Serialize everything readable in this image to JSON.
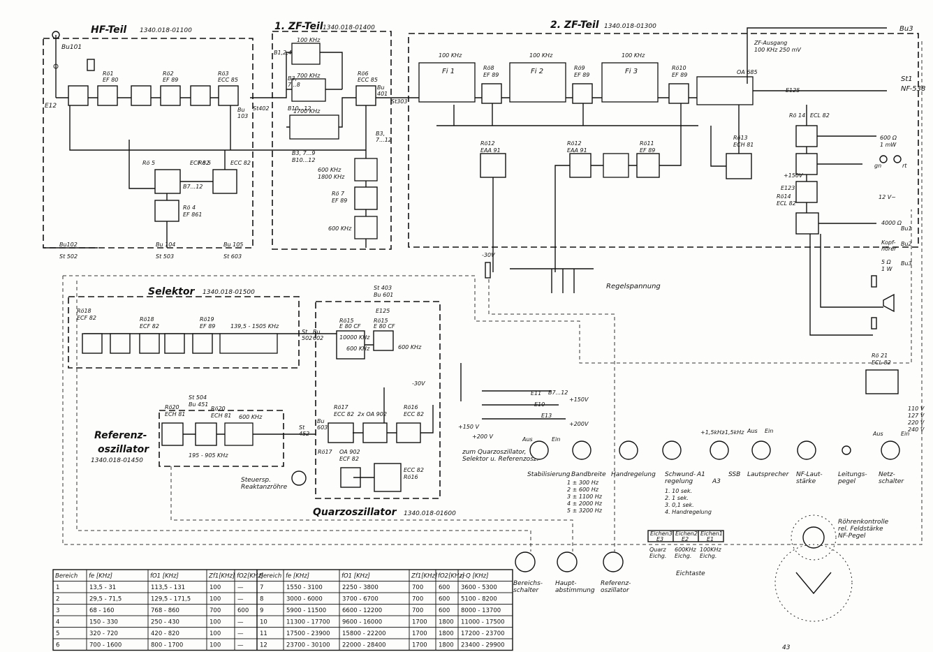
{
  "sections": {
    "hf_title": "HF-Teil",
    "hf_code": "1340.018-01100",
    "zf1_title": "1. ZF-Teil",
    "zf1_code": "1340.018-01400",
    "zf2_title": "2. ZF-Teil",
    "zf2_code": "1340.018-01300",
    "selektor_title": "Selektor",
    "selektor_code": "1340.018-01500",
    "ref_title_1": "Referenz-",
    "ref_title_2": "oszillator",
    "ref_code": "1340.018-01450",
    "quarz_title": "Quarzoszillator",
    "quarz_code": "1340.018-01600"
  },
  "tubes": {
    "ro1": "Rö1",
    "ro1_type": "EF 80",
    "ro2": "Rö2",
    "ro2_type": "EF 89",
    "ro3": "Rö3",
    "ro3_type": "ECC 85",
    "ro4": "Rö 4",
    "ro4_type": "EF 861",
    "ro5a": "Rö 5",
    "ro5b": "Rö 5",
    "ro5_type": "ECF 82",
    "ro5_type_b": "ECC 82",
    "ro6": "Rö6",
    "ro6_type": "ECC 85",
    "ro7": "Rö 7",
    "ro7_type": "EF 89",
    "ro8": "Rö8",
    "ro8_type": "EF 89",
    "ro9": "Rö9",
    "ro9_type": "EF 89",
    "ro10": "Rö10",
    "ro10_type": "EF 89",
    "ro11": "Rö11",
    "ro11_type": "EF 89",
    "ro12a": "Rö12",
    "ro12a_type": "EAA 91",
    "ro12b": "Rö12",
    "ro12b_type": "EAA 91",
    "ro13": "Rö13",
    "ro13_type": "ECH 81",
    "ro14": "Rö 14",
    "ro14_type": "ECL 82",
    "ro14b": "Rö14",
    "ro14b_type": "ECL 82",
    "ro15a": "Rö15",
    "ro15a_type": "E 80 CF",
    "ro15b": "Rö15",
    "ro15b_type": "E 80 CF",
    "ro16": "Rö16",
    "ro16_type": "ECC 82",
    "ro16b": "Rö16",
    "ro17": "Rö17",
    "ro17_type": "ECC 82",
    "ro17b": "Rö17",
    "ro18": "Rö18",
    "ro18_type": "ECF 82",
    "ro18b": "Rö18",
    "ro18b_type": "ECF 82",
    "ro19": "Rö19",
    "ro19_type": "EF 89",
    "ro20a": "Rö20",
    "ro20a_type": "ECH 81",
    "ro20b": "Rö20",
    "ro20b_type": "ECH 81",
    "ro21": "Rö 21",
    "ro21_type": "ECL 82",
    "ecf82": "ECF 82",
    "oa685": "OA 685",
    "oa902": "OA 902",
    "oa902b": "2x OA 902"
  },
  "freqs": {
    "f100a": "100 KHz",
    "f700": "700 KHz",
    "f1700": "1700 KHz",
    "f100b": "100 KHz",
    "f100c": "100 KHz",
    "f100d": "100 KHz",
    "f600_1800": "600 KHz",
    "f600_1800b": "1800 KHz",
    "f600c": "600 KHz",
    "sel_range": "139,5 - 1505 KHz",
    "q600": "600 KHz",
    "ref_600": "600 KHz",
    "ref_range": "195 - 905 KHz",
    "f10000": "10000 KHz",
    "f600q": "600 KHz",
    "zf_ausgang": "ZF-Ausgang",
    "zf_ausgang_val": "100 KHz  250 mV"
  },
  "connectors": {
    "bu101": "Bu101",
    "bu102": "Bu102",
    "st502": "St 502",
    "bu103": "Bu\n103",
    "st402": "St402",
    "bu401": "Bu\n401",
    "st303": "St303",
    "bu104": "Bu 104",
    "st503": "St 503",
    "bu105": "Bu 105",
    "st603": "St 603",
    "st403": "St 403",
    "bu601": "Bu 601",
    "st502b": "St\n502",
    "bu602": "Bu\n602",
    "st504": "St 504",
    "bu451": "Bu 451",
    "st452": "St\n452",
    "bu603": "Bu\n603",
    "bu3": "Bu3",
    "st1": "St1",
    "st1_type": "NF-538",
    "bu1": "Bu1",
    "bu2": "Bu2",
    "bu3b": "Bu3"
  },
  "misc": {
    "b1": "B1,2,4...6",
    "b2": "B3,\n7...8",
    "b3": "B10...12",
    "b4": "B3, 7...9",
    "b5": "B10...12",
    "b6": "B3,\n7...12",
    "b7": "B7...12",
    "b8": "B7...12",
    "e12": "E12",
    "e125": "E125",
    "e123": "E123",
    "e125b": "E125",
    "e11": "E11",
    "e10": "E10",
    "e13": "E13",
    "plus150": "+150V",
    "plus150b": "+150V",
    "plus200": "+200V",
    "plus200b": "+200 V",
    "plus150c": "+150 V",
    "minus30": "-30V",
    "minus30b": "-30V",
    "v600": "600 Ω",
    "v1mw": "1 mW",
    "v4000": "4000 Ω",
    "kopf": "Kopf-\nhörer",
    "v5": "5 Ω",
    "v1w": "1 W",
    "v12": "12 V~",
    "gn": "gn",
    "rt": "rt",
    "regelspannung": "Regelspannung",
    "steuer": "Steuersp.\nReaktanzröhre",
    "zum_quarz": "zum Quarzoszillator,\nSelektor u. Referenzosz.",
    "roehrenkontrolle": "Röhrenkontrolle\nrel. Feldstärke\nNF-Pegel",
    "eichtaste": "Eichtaste",
    "eich3": "Eichen3",
    "eich2": "Eichen2",
    "eich1": "Eichen1",
    "e3": "E3",
    "e2": "E2",
    "e1": "E1",
    "quarz_eichg": "Quarz\nEichg.",
    "khz600_eichg": "600KHz\nEichg.",
    "khz100_eichg": "100KHz\nEichg.",
    "page_no": "43"
  },
  "controls": [
    {
      "label": "Stabilisierung",
      "pos1": "Aus",
      "pos2": "Ein"
    },
    {
      "label": "Bandbreite",
      "options": [
        "1 ± 300 Hz",
        "2 ± 600 Hz",
        "3 ± 1100 Hz",
        "4 ± 2000 Hz",
        "5 ± 3200 Hz"
      ]
    },
    {
      "label": "Handregelung"
    },
    {
      "label": "Schwund-\nregelung",
      "options": [
        "1. 10 sek.",
        "2. 1 sek.",
        "3. 0,1 sek.",
        "4. Handregelung"
      ]
    },
    {
      "label": "SSB",
      "marks": [
        "A1",
        "A3",
        "+1,5kHz",
        "-1,5kHz"
      ]
    },
    {
      "label": "Lautsprecher",
      "pos1": "Aus",
      "pos2": "Ein"
    },
    {
      "label": "NF-Laut-\nstärke"
    },
    {
      "label": "Leitungs-\npegel"
    },
    {
      "label": "Netz-\nschalter",
      "pos1": "Aus",
      "pos2": "Ein"
    }
  ],
  "bottom_controls": [
    {
      "label": "Bereichs-\nschalter"
    },
    {
      "label": "Haupt-\nabstimmung"
    },
    {
      "label": "Referenz-\noszillator"
    }
  ],
  "mains_volts": [
    "110 V",
    "127 V",
    "220 V",
    "240 V"
  ],
  "table": {
    "headers": [
      "Bereich",
      "fe [KHz]",
      "fO1 [KHz]",
      "Zf1[KHz]",
      "fO2[KHz]",
      "Bereich",
      "fe [KHz]",
      "fO1 [KHz]",
      "Zf1[KHz]",
      "fO2[KHz]",
      "n·Q [KHz]"
    ],
    "rows": [
      [
        "1",
        "13,5 - 31",
        "113,5 - 131",
        "100",
        "—",
        "7",
        "1550 - 3100",
        "2250 - 3800",
        "700",
        "600",
        "3600 - 5300"
      ],
      [
        "2",
        "29,5 - 71,5",
        "129,5 - 171,5",
        "100",
        "—",
        "8",
        "3000 - 6000",
        "3700 - 6700",
        "700",
        "600",
        "5100 - 8200"
      ],
      [
        "3",
        "68 - 160",
        "768 - 860",
        "700",
        "600",
        "9",
        "5900 - 11500",
        "6600 - 12200",
        "700",
        "600",
        "8000 - 13700"
      ],
      [
        "4",
        "150 - 330",
        "250 - 430",
        "100",
        "—",
        "10",
        "11300 - 17700",
        "9600 - 16000",
        "1700",
        "1800",
        "11000 - 17500"
      ],
      [
        "5",
        "320 - 720",
        "420 - 820",
        "100",
        "—",
        "11",
        "17500 - 23900",
        "15800 - 22200",
        "1700",
        "1800",
        "17200 - 23700"
      ],
      [
        "6",
        "700 - 1600",
        "800 - 1700",
        "100",
        "—",
        "12",
        "23700 - 30100",
        "22000 - 28400",
        "1700",
        "1800",
        "23400 - 29900"
      ]
    ]
  }
}
